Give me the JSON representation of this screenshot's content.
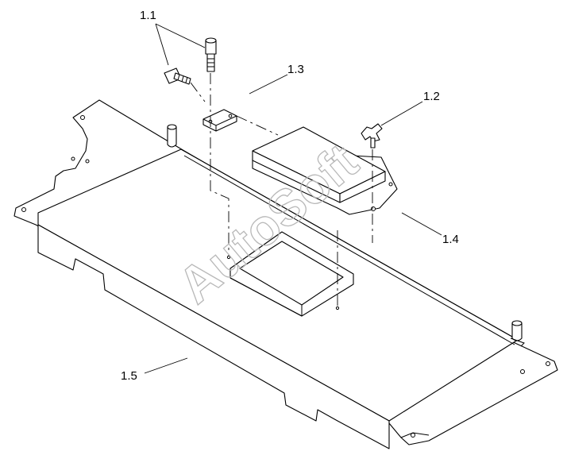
{
  "callouts": {
    "c1_1": "1.1",
    "c1_2": "1.2",
    "c1_3": "1.3",
    "c1_4": "1.4",
    "c1_5": "1.5"
  },
  "watermark": "AutoSoft",
  "colors": {
    "line": "#000000",
    "background": "#ffffff",
    "watermark": "#b8b8b8"
  }
}
